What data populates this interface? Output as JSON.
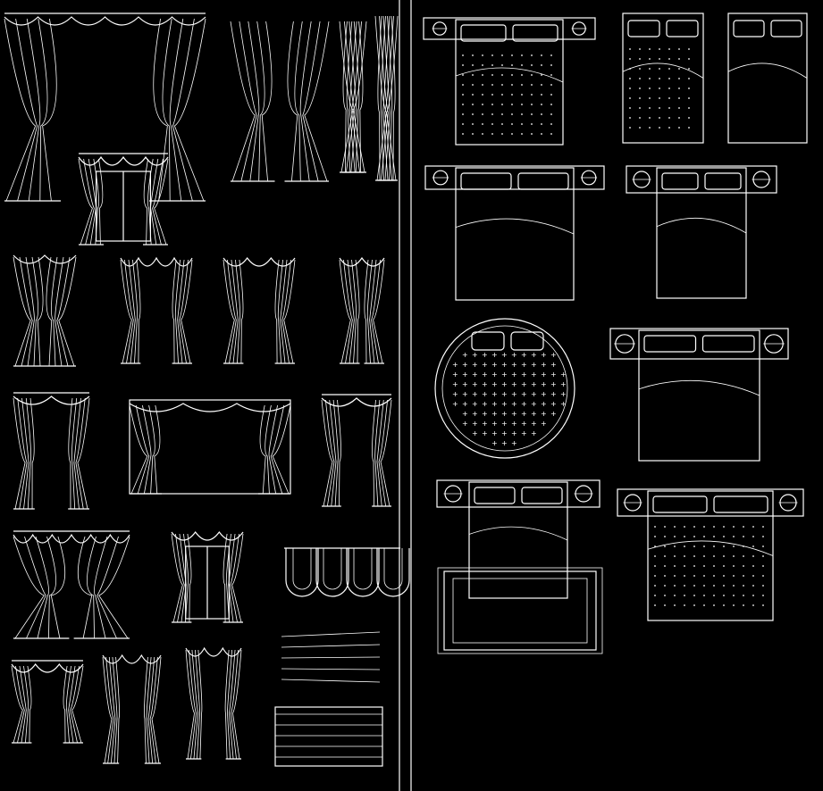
{
  "colors": {
    "background": "#000000",
    "line": "#ffffff"
  },
  "sections": [
    {
      "name": "curtains",
      "item_count": 19
    },
    {
      "name": "beds",
      "item_count": 9
    }
  ]
}
